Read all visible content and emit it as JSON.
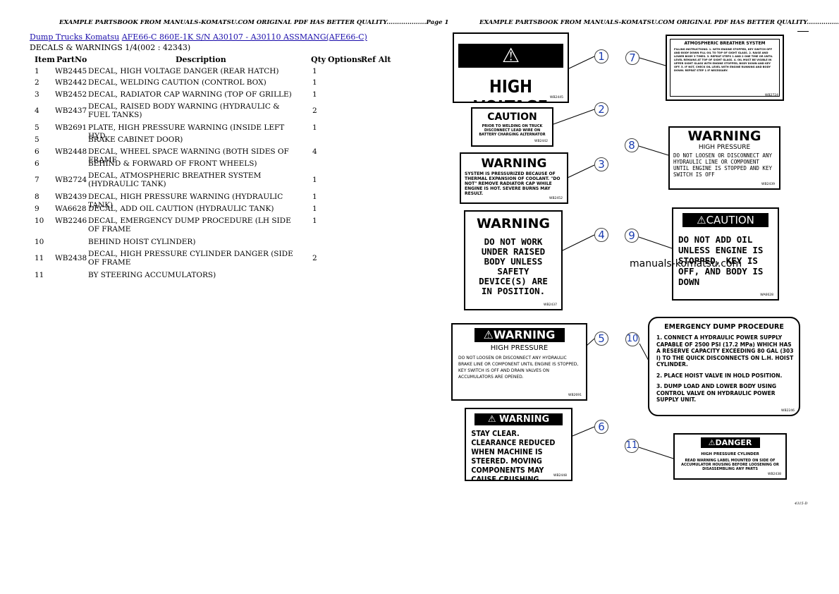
{
  "header": {
    "left": "EXAMPLE PARTSBOOK FROM MANUALS-KOMATSU.COM ORIGINAL PDF HAS BETTER QUALITY...................Page 1",
    "right": "EXAMPLE PARTSBOOK FROM MANUALS-KOMATSU.COM ORIGINAL PDF HAS BETTER QUALITY...................Page 2"
  },
  "breadcrumb": {
    "link1": "Dump Trucks Komatsu",
    "link2": "AFE66-C 860E-1K S/N A30107 - A30110 ASSMANG(AFE66-C)"
  },
  "subtitle": "DECALS & WARNINGS 1/4(002 : 42343)",
  "table": {
    "headers": {
      "item": "Item",
      "partno": "PartNo",
      "description": "Description",
      "qty": "Qty",
      "options": "Options",
      "refalt": "Ref Alt"
    },
    "rows": [
      {
        "item": "1",
        "part": "WB2445",
        "desc": "DECAL, HIGH VOLTAGE DANGER (REAR HATCH)",
        "qty": "1"
      },
      {
        "item": "2",
        "part": "WB2442",
        "desc": "DECAL, WELDING CAUTION (CONTROL BOX)",
        "qty": "1"
      },
      {
        "item": "3",
        "part": "WB2452",
        "desc": "DECAL, RADIATOR CAP WARNING (TOP OF GRILLE)",
        "qty": "1"
      },
      {
        "item": "4",
        "part": "WB2437",
        "desc": "DECAL, RAISED BODY WARNING (HYDRAULIC & FUEL TANKS)",
        "qty": "2"
      },
      {
        "item": "5",
        "part": "WB2691",
        "desc": "PLATE, HIGH PRESSURE WARNING (INSIDE LEFT HYD",
        "qty": "1"
      },
      {
        "item": "5",
        "part": "",
        "desc": "BRAKE CABINET DOOR)",
        "qty": ""
      },
      {
        "item": "6",
        "part": "WB2448",
        "desc": "DECAL, WHEEL SPACE WARNING (BOTH SIDES OF FRAME",
        "qty": "4"
      },
      {
        "item": "6",
        "part": "",
        "desc": "BEHIND & FORWARD OF FRONT WHEELS)",
        "qty": ""
      },
      {
        "item": "7",
        "part": "WB2724",
        "desc": "DECAL, ATMOSPHERIC BREATHER SYSTEM (HYDRAULIC TANK)",
        "qty": "1"
      },
      {
        "item": "8",
        "part": "WB2439",
        "desc": "DECAL, HIGH PRESSURE WARNING (HYDRAULIC TANK)",
        "qty": "1"
      },
      {
        "item": "9",
        "part": "WA6628",
        "desc": "DECAL, ADD OIL CAUTION (HYDRAULIC TANK)",
        "qty": "1"
      },
      {
        "item": "10",
        "part": "WB2246",
        "desc": "DECAL, EMERGENCY DUMP PROCEDURE (LH SIDE OF FRAME",
        "qty": "1"
      },
      {
        "item": "10",
        "part": "",
        "desc": "BEHIND HOIST CYLINDER)",
        "qty": ""
      },
      {
        "item": "11",
        "part": "WB2438",
        "desc": "DECAL, HIGH PRESSURE CYLINDER DANGER (SIDE OF FRAME",
        "qty": "2"
      },
      {
        "item": "11",
        "part": "",
        "desc": "BY STEERING ACCUMULATORS)",
        "qty": ""
      }
    ]
  },
  "decals": {
    "d1": {
      "title": "DANGER",
      "body": "HIGH VOLTAGE",
      "code": "WB2445"
    },
    "d2": {
      "title": "CAUTION",
      "body": "PRIOR TO WELDING ON TRUCK DISCONNECT LEAD WIRE ON BATTERY CHARGING ALTERNATOR",
      "code": "WB2442"
    },
    "d3": {
      "title": "WARNING",
      "body": "SYSTEM IS PRESSURIZED BECAUSE OF THERMAL EXPANSION OF COOLANT. \"DO NOT\" REMOVE RADIATOR CAP WHILE ENGINE IS HOT. SEVERE BURNS MAY RESULT.",
      "code": "WB2452"
    },
    "d4": {
      "title": "WARNING",
      "body": "DO NOT WORK UNDER RAISED BODY UNLESS SAFETY DEVICE(S) ARE IN POSITION.",
      "code": "WB2437"
    },
    "d5": {
      "title": "WARNING",
      "sub": "HIGH PRESSURE",
      "body": "DO NOT LOOSEN OR DISCONNECT ANY HYDRAULIC BRAKE LINE OR COMPONENT UNTIL ENGINE IS STOPPED, KEY SWITCH IS OFF AND DRAIN VALVES ON ACCUMULATORS ARE OPENED.",
      "code": "WB2691"
    },
    "d6": {
      "title": "WARNING",
      "body": "STAY CLEAR. CLEARANCE REDUCED WHEN MACHINE IS STEERED. MOVING COMPONENTS MAY CAUSE CRUSHING.",
      "code": "WB2448"
    },
    "d7": {
      "title": "ATMOSPHERIC BREATHER SYSTEM",
      "body": "FILLING INSTRUCTIONS: 1. WITH ENGINE STOPPED, KEY SWITCH OFF AND BODY DOWN FILL OIL TO TOP OF SIGHT GLASS. 2. RAISE AND LOWER BODY 3 TIMES. 3. REPEAT STEPS 1 AND 2 ONE TIME OR UNTIL LEVEL REMAINS AT TOP OF SIGHT GLASS. 4. OIL MUST BE VISIBLE IN UPPER SIGHT GLASS WITH ENGINE STOPPED, BODY DOWN AND KEY OFF. 5. IF NOT, CHECK OIL LEVEL WITH ENGINE RUNNING AND BODY DOWN. REPEAT STEP 1 IF NECESSARY.",
      "code": "WB2724"
    },
    "d8": {
      "title": "WARNING",
      "sub": "HIGH PRESSURE",
      "body": "DO NOT LOOSEN OR DISCONNECT ANY HYDRAULIC LINE OR COMPONENT UNTIL ENGINE IS STOPPED AND KEY SWITCH IS OFF",
      "code": "WB2439"
    },
    "d9": {
      "title": "CAUTION",
      "body": "DO NOT ADD OIL UNLESS ENGINE IS STOPPED, KEY IS OFF, AND BODY IS DOWN",
      "code": "WA6628"
    },
    "d10": {
      "title": "EMERGENCY DUMP PROCEDURE",
      "s1": "1. CONNECT A HYDRAULIC POWER SUPPLY CAPABLE OF 2500 PSI (17.2 MPa) WHICH HAS A RESERVE CAPACITY EXCEEDING 80 GAL (303 l) TO THE QUICK DISCONNECTS ON L.H. HOIST CYLINDER.",
      "s2": "2. PLACE HOIST VALVE IN HOLD POSITION.",
      "s3": "3. DUMP LOAD AND LOWER BODY USING CONTROL VALVE ON HYDRAULIC POWER SUPPLY UNIT.",
      "code": "WB2246"
    },
    "d11": {
      "title": "DANGER",
      "sub": "HIGH PRESSURE CYLINDER",
      "body": "READ WARNING LABEL MOUNTED ON SIDE OF ACCUMULATOR HOUSING BEFORE LOOSENING OR DISASSEMBLING ANY PARTS",
      "code": "WB2438"
    }
  },
  "callouts": [
    "1",
    "2",
    "3",
    "4",
    "5",
    "6",
    "7",
    "8",
    "9",
    "10",
    "11"
  ],
  "watermark": "manuals-komatsu.com",
  "footer_code": "4315-D"
}
